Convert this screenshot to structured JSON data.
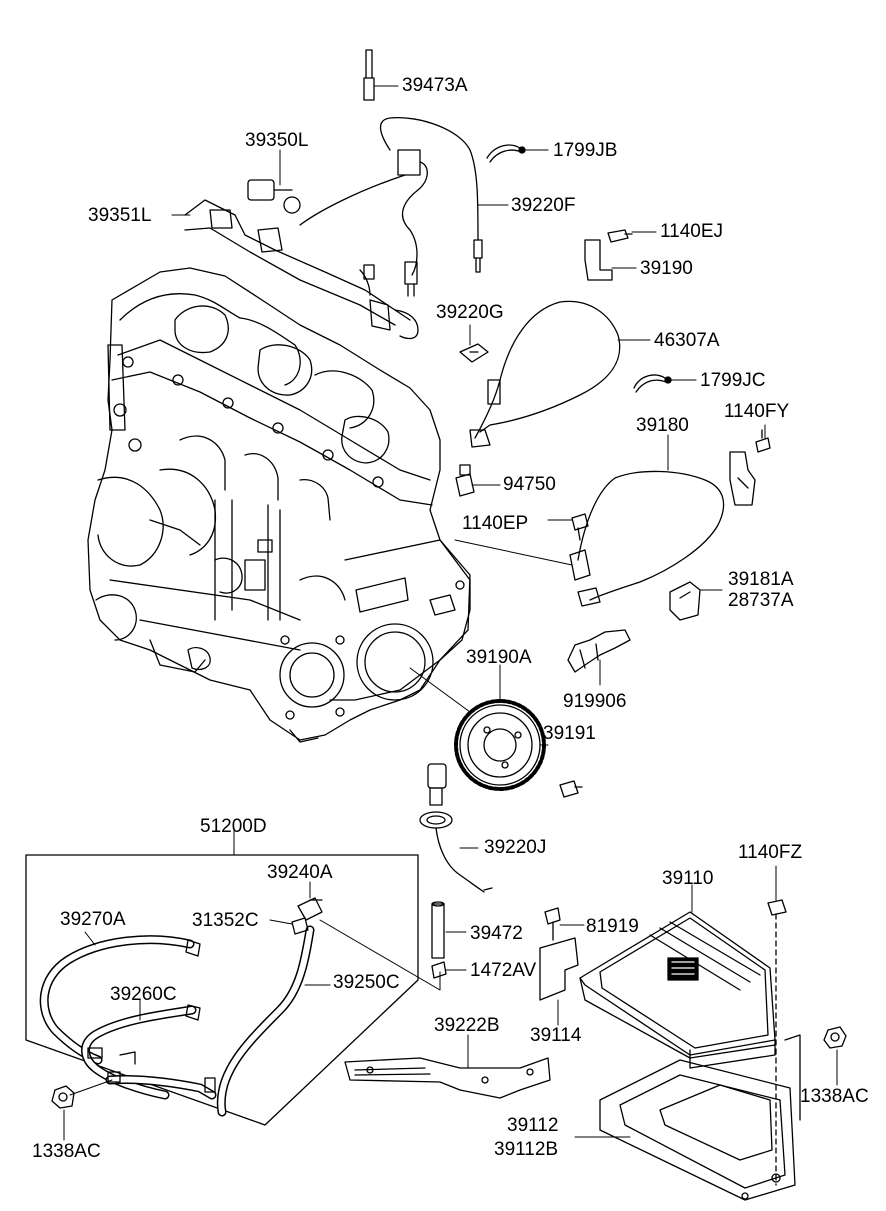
{
  "labels": {
    "p39473A": "39473A",
    "p39350L": "39350L",
    "p1799JB": "1799JB",
    "p39351L": "39351L",
    "p39220F": "39220F",
    "p1140EJ": "1140EJ",
    "p39190": "39190",
    "p39220G": "39220G",
    "p46307A": "46307A",
    "p1799JC": "1799JC",
    "p1140FY": "1140FY",
    "p39180": "39180",
    "p94750": "94750",
    "p1140EP": "1140EP",
    "p39181A": "39181A",
    "p28737A": "28737A",
    "p39190A": "39190A",
    "p919906": "919906",
    "p39191": "39191",
    "p51200D": "51200D",
    "p39220J": "39220J",
    "p1140FZ": "1140FZ",
    "p39240A": "39240A",
    "p39110": "39110",
    "p39270A": "39270A",
    "p31352C": "31352C",
    "p81919": "81919",
    "p39472": "39472",
    "p1472AV": "1472AV",
    "p39260C": "39260C",
    "p39250C": "39250C",
    "p39222B": "39222B",
    "p39114": "39114",
    "p1338AC_right": "1338AC",
    "p39112": "39112",
    "p39112B": "39112B",
    "p1338AC_left": "1338AC"
  }
}
